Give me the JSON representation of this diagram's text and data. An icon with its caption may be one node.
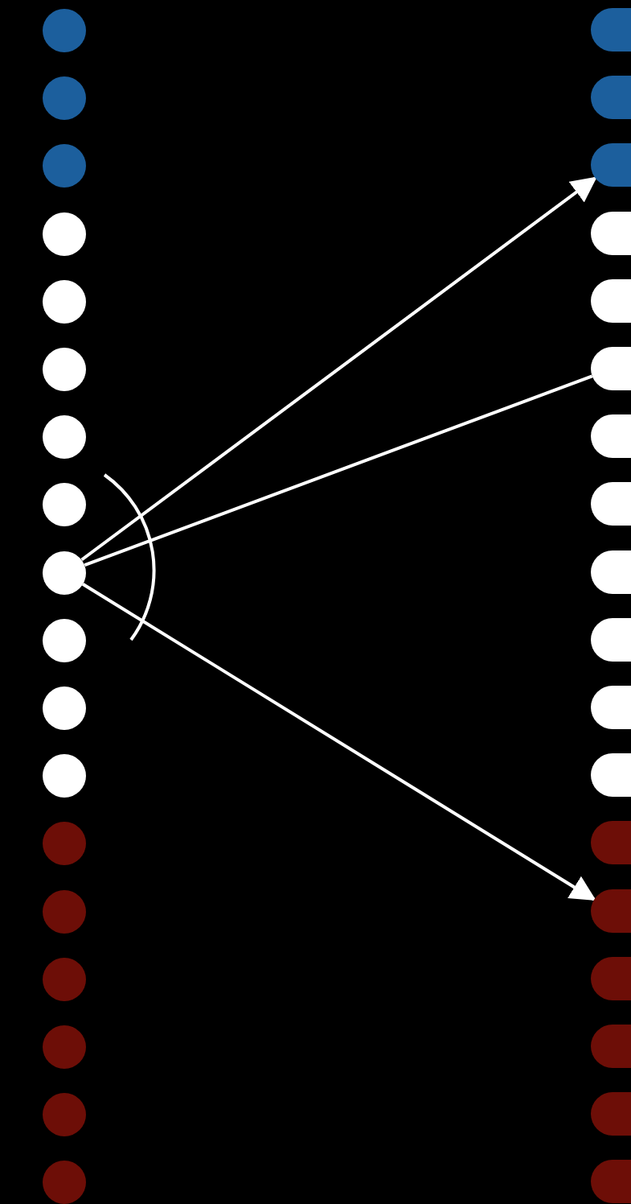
{
  "diagram": {
    "nodes": [
      {
        "text": [],
        "shape": "circle"
      },
      {
        "text": [],
        "shape": "circle"
      },
      {
        "text": [],
        "shape": "circle"
      },
      {
        "text": [],
        "shape": "circle"
      },
      {
        "text": [],
        "shape": "circle"
      },
      {
        "text": [],
        "shape": "circle"
      },
      {
        "text": [],
        "shape": "circle"
      },
      {
        "text": [],
        "shape": "circle"
      },
      {
        "text": [],
        "shape": "circle"
      },
      {
        "text": [],
        "shape": "circle"
      },
      {
        "text": [],
        "shape": "circle"
      },
      {
        "text": [],
        "shape": "circle"
      },
      {
        "text": [],
        "shape": "circle"
      },
      {
        "text": [],
        "shape": "circle"
      },
      {
        "text": [],
        "shape": "circle"
      },
      {
        "text": [],
        "shape": "circle"
      },
      {
        "text": [],
        "shape": "circle"
      },
      {
        "text": [],
        "shape": "circle"
      },
      {
        "text": [],
        "shape": "circle"
      },
      {
        "text": [],
        "shape": "circle"
      },
      {
        "text": [],
        "shape": "circle"
      },
      {
        "text": [],
        "shape": "circle"
      },
      {
        "text": [],
        "shape": "circle"
      },
      {
        "text": [],
        "shape": "circle"
      },
      {
        "text": [],
        "shape": "circle"
      },
      {
        "text": [],
        "shape": "circle"
      },
      {
        "text": [],
        "shape": "circle"
      },
      {
        "text": [],
        "shape": "circle"
      },
      {
        "text": [],
        "shape": "circle"
      },
      {
        "text": [],
        "shape": "circle"
      },
      {
        "text": [],
        "shape": "circle"
      },
      {
        "text": [],
        "shape": "circle"
      },
      {
        "text": [],
        "shape": "circle"
      },
      {
        "text": [],
        "shape": "circle"
      },
      {
        "text": [],
        "shape": "circle"
      },
      {
        "text": [],
        "shape": "circle"
      }
    ],
    "edges": [
      {
        "from": 8,
        "to": 20,
        "arrow": "to"
      },
      {
        "from": 8,
        "to": 23,
        "arrow": "none"
      },
      {
        "from": 8,
        "to": 31,
        "arrow": "to"
      }
    ]
  }
}
